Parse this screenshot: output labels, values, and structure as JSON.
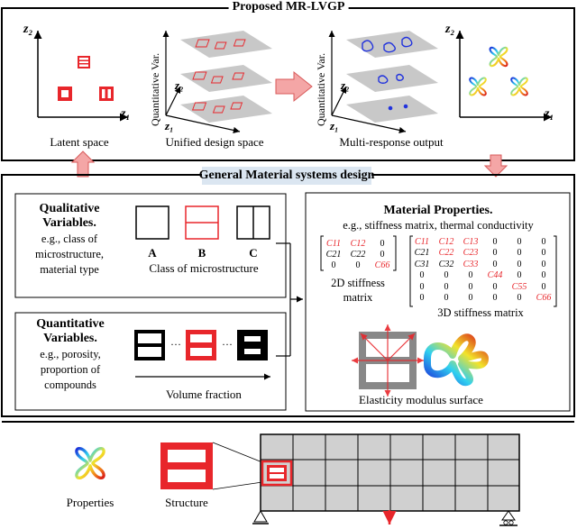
{
  "title": "Proposed MR-LVGP",
  "top": {
    "latent_z2": "z₂",
    "latent_z1": "z₁",
    "latent_caption": "Latent space",
    "unified_yaxis": "Quantitative Var.",
    "unified_z2": "z₂",
    "unified_z1": "z₁",
    "unified_caption": "Unified design space",
    "multi_yaxis": "Quantitative Var.",
    "multi_z2": "z₂",
    "multi_z1": "z₁",
    "multi_caption": "Multi-response output",
    "output_z2": "z₂",
    "output_z1": "z₁"
  },
  "middle": {
    "title": "General Material systems design",
    "qualitative": {
      "heading1": "Qualitative",
      "heading2": "Variables.",
      "lines": [
        "e.g., class of",
        "microstructure,",
        "material type"
      ],
      "options": [
        "A",
        "B",
        "C"
      ],
      "caption": "Class of microstructure"
    },
    "quantitative": {
      "heading1": "Quantitative",
      "heading2": "Variables.",
      "lines": [
        "e.g., porosity,",
        "proportion of",
        "compounds"
      ],
      "dots": "···",
      "caption": "Volume fraction"
    },
    "properties": {
      "heading": "Material Properties.",
      "subtitle": "e.g., stiffness matrix, thermal conductivity",
      "m2d": [
        [
          "C11",
          "C12",
          "0"
        ],
        [
          "C21",
          "C22",
          "0"
        ],
        [
          "0",
          "0",
          "C66"
        ]
      ],
      "m2d_caption1": "2D stiffness",
      "m2d_caption2": "matrix",
      "m3d": [
        [
          "C11",
          "C12",
          "C13",
          "0",
          "0",
          "0"
        ],
        [
          "C21",
          "C22",
          "C23",
          "0",
          "0",
          "0"
        ],
        [
          "C31",
          "C32",
          "C33",
          "0",
          "0",
          "0"
        ],
        [
          "0",
          "0",
          "0",
          "C44",
          "0",
          "0"
        ],
        [
          "0",
          "0",
          "0",
          "0",
          "C55",
          "0"
        ],
        [
          "0",
          "0",
          "0",
          "0",
          "0",
          "C66"
        ]
      ],
      "m3d_caption": "3D stiffness matrix",
      "elasticity_caption": "Elasticity modulus surface"
    }
  },
  "bottom": {
    "properties_label": "Properties",
    "structure_label": "Structure"
  },
  "colors": {
    "red": "#e8262b",
    "arrow_fill": "#f4a6a6",
    "arrow_stroke": "#d85a5a",
    "plane": "#c8c8c8",
    "blue": "#2233dd",
    "header_bg": "#dbe6f1"
  }
}
